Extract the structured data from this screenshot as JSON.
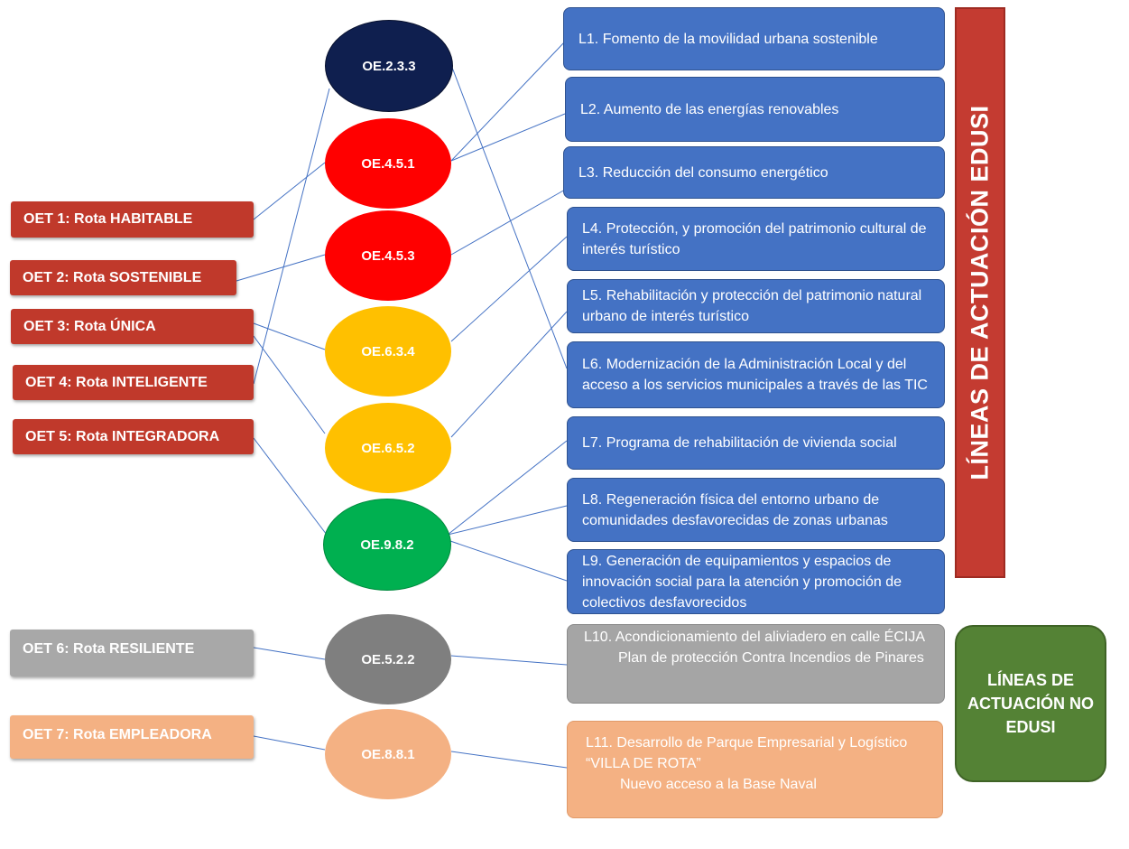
{
  "oet": [
    {
      "label": "OET 1: Rota HABITABLE",
      "color": "#c0392b"
    },
    {
      "label": "OET 2: Rota SOSTENIBLE",
      "color": "#c0392b"
    },
    {
      "label": "OET 3: Rota ÚNICA",
      "color": "#c0392b"
    },
    {
      "label": "OET 4: Rota INTELIGENTE",
      "color": "#c0392b"
    },
    {
      "label": "OET 5: Rota INTEGRADORA",
      "color": "#c0392b"
    },
    {
      "label": "OET 6: Rota RESILIENTE",
      "color": "#a8a8a8"
    },
    {
      "label": "OET 7: Rota EMPLEADORA",
      "color": "#f4b183"
    }
  ],
  "oe": [
    {
      "label": "OE.2.3.3",
      "color": "#0f1f4f"
    },
    {
      "label": "OE.4.5.1",
      "color": "#ff0000"
    },
    {
      "label": "OE.4.5.3",
      "color": "#ff0000"
    },
    {
      "label": "OE.6.3.4",
      "color": "#ffc000"
    },
    {
      "label": "OE.6.5.2",
      "color": "#ffc000"
    },
    {
      "label": "OE.9.8.2",
      "color": "#00b050"
    },
    {
      "label": "OE.5.2.2",
      "color": "#7f7f7f"
    },
    {
      "label": "OE.8.8.1",
      "color": "#f4b183"
    }
  ],
  "lineas": [
    {
      "label": "L1. Fomento de la movilidad urbana sostenible"
    },
    {
      "label": "L2. Aumento de las energías renovables"
    },
    {
      "label": "L3. Reducción del consumo energético"
    },
    {
      "label": "L4. Protección, y promoción del patrimonio cultural de interés turístico"
    },
    {
      "label": "L5. Rehabilitación y protección del patrimonio natural urbano de interés turístico"
    },
    {
      "label": "L6. Modernización de la Administración Local y del acceso a los servicios municipales a través de las TIC"
    },
    {
      "label": "L7. Programa de rehabilitación de vivienda social"
    },
    {
      "label": "L8. Regeneración física del entorno urbano de comunidades desfavorecidas de zonas urbanas"
    },
    {
      "label": "L9. Generación de equipamientos y espacios de innovación social para la atención y promoción de colectivos desfavorecidos"
    },
    {
      "label": "L10. Acondicionamiento del aliviadero en calle ÉCIJA",
      "sub": "Plan de protección Contra Incendios de Pinares"
    },
    {
      "label": "L11. Desarrollo de Parque Empresarial y Logístico “VILLA  DE ROTA”",
      "sub": "Nuevo acceso a la Base Naval"
    }
  ],
  "banners": {
    "edusi": "LÍNEAS DE ACTUACIÓN EDUSI",
    "no_edusi": "LÍNEAS DE ACTUACIÓN NO EDUSI"
  },
  "connections": [
    {
      "from": "OET 1: Rota HABITABLE",
      "to": "OE.4.5.1"
    },
    {
      "from": "OET 2: Rota SOSTENIBLE",
      "to": "OE.4.5.3"
    },
    {
      "from": "OET 3: Rota ÚNICA",
      "to": "OE.6.3.4"
    },
    {
      "from": "OET 3: Rota ÚNICA",
      "to": "OE.6.5.2"
    },
    {
      "from": "OET 4: Rota INTELIGENTE",
      "to": "OE.2.3.3"
    },
    {
      "from": "OET 5: Rota INTEGRADORA",
      "to": "OE.9.8.2"
    },
    {
      "from": "OET 6: Rota RESILIENTE",
      "to": "OE.5.2.2"
    },
    {
      "from": "OET 7: Rota EMPLEADORA",
      "to": "OE.8.8.1"
    },
    {
      "from": "OE.2.3.3",
      "to": "L6"
    },
    {
      "from": "OE.4.5.1",
      "to": "L1"
    },
    {
      "from": "OE.4.5.1",
      "to": "L2"
    },
    {
      "from": "OE.4.5.3",
      "to": "L3"
    },
    {
      "from": "OE.6.3.4",
      "to": "L4"
    },
    {
      "from": "OE.6.5.2",
      "to": "L5"
    },
    {
      "from": "OE.9.8.2",
      "to": "L7"
    },
    {
      "from": "OE.9.8.2",
      "to": "L8"
    },
    {
      "from": "OE.9.8.2",
      "to": "L9"
    },
    {
      "from": "OE.5.2.2",
      "to": "L10"
    },
    {
      "from": "OE.8.8.1",
      "to": "L11"
    }
  ]
}
